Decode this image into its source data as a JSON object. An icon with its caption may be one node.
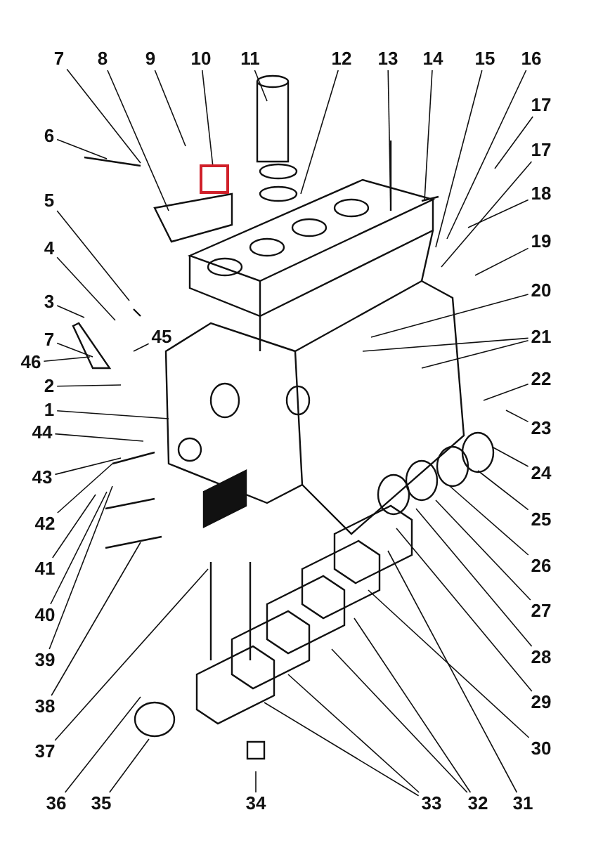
{
  "diagram": {
    "nodes": [
      {
        "text": [
          "7"
        ]
      },
      {
        "text": [
          "8"
        ]
      },
      {
        "text": [
          "9"
        ]
      },
      {
        "text": [
          "10"
        ]
      },
      {
        "text": [
          "11"
        ]
      },
      {
        "text": [
          "12"
        ]
      },
      {
        "text": [
          "13"
        ]
      },
      {
        "text": [
          "14"
        ]
      },
      {
        "text": [
          "15"
        ]
      },
      {
        "text": [
          "16"
        ]
      },
      {
        "text": [
          "17"
        ]
      },
      {
        "text": [
          "17"
        ]
      },
      {
        "text": [
          "18"
        ]
      },
      {
        "text": [
          "19"
        ]
      },
      {
        "text": [
          "20"
        ]
      },
      {
        "text": [
          "21"
        ]
      },
      {
        "text": [
          "22"
        ]
      },
      {
        "text": [
          "23"
        ]
      },
      {
        "text": [
          "24"
        ]
      },
      {
        "text": [
          "25"
        ]
      },
      {
        "text": [
          "26"
        ]
      },
      {
        "text": [
          "27"
        ]
      },
      {
        "text": [
          "28"
        ]
      },
      {
        "text": [
          "29"
        ]
      },
      {
        "text": [
          "30"
        ]
      },
      {
        "text": [
          "31"
        ]
      },
      {
        "text": [
          "32"
        ]
      },
      {
        "text": [
          "33"
        ]
      },
      {
        "text": [
          "34"
        ]
      },
      {
        "text": [
          "35"
        ]
      },
      {
        "text": [
          "36"
        ]
      },
      {
        "text": [
          "37"
        ]
      },
      {
        "text": [
          "38"
        ]
      },
      {
        "text": [
          "39"
        ]
      },
      {
        "text": [
          "40"
        ]
      },
      {
        "text": [
          "41"
        ]
      },
      {
        "text": [
          "42"
        ]
      },
      {
        "text": [
          "43"
        ]
      },
      {
        "text": [
          "44"
        ]
      },
      {
        "text": [
          "1"
        ]
      },
      {
        "text": [
          "2"
        ]
      },
      {
        "text": [
          "46"
        ]
      },
      {
        "text": [
          "7"
        ]
      },
      {
        "text": [
          "45"
        ]
      },
      {
        "text": [
          "3"
        ]
      },
      {
        "text": [
          "4"
        ]
      },
      {
        "text": [
          "5"
        ]
      },
      {
        "text": [
          "6"
        ]
      },
      {
        "text": [],
        "shape": "box"
      }
    ],
    "edges": [
      {
        "from": 0,
        "to": null,
        "arrow": "none"
      },
      {
        "from": 1,
        "to": null,
        "arrow": "none"
      },
      {
        "from": 2,
        "to": null,
        "arrow": "none"
      },
      {
        "from": 3,
        "to": 48,
        "arrow": "none"
      },
      {
        "from": 4,
        "to": null,
        "arrow": "none"
      },
      {
        "from": 5,
        "to": null,
        "arrow": "none"
      },
      {
        "from": 6,
        "to": null,
        "arrow": "none"
      },
      {
        "from": 7,
        "to": null,
        "arrow": "none"
      },
      {
        "from": 8,
        "to": null,
        "arrow": "none"
      },
      {
        "from": 9,
        "to": null,
        "arrow": "none"
      },
      {
        "from": 10,
        "to": null,
        "arrow": "none"
      },
      {
        "from": 11,
        "to": null,
        "arrow": "none"
      },
      {
        "from": 12,
        "to": null,
        "arrow": "none"
      },
      {
        "from": 13,
        "to": null,
        "arrow": "none"
      },
      {
        "from": 14,
        "to": null,
        "arrow": "none"
      },
      {
        "from": 15,
        "to": null,
        "arrow": "none"
      },
      {
        "from": 15,
        "to": null,
        "arrow": "none"
      },
      {
        "from": 16,
        "to": null,
        "arrow": "none"
      },
      {
        "from": 17,
        "to": null,
        "arrow": "none"
      },
      {
        "from": 18,
        "to": null,
        "arrow": "none"
      },
      {
        "from": 19,
        "to": null,
        "arrow": "none"
      },
      {
        "from": 20,
        "to": null,
        "arrow": "none"
      },
      {
        "from": 21,
        "to": null,
        "arrow": "none"
      },
      {
        "from": 22,
        "to": null,
        "arrow": "none"
      },
      {
        "from": 23,
        "to": null,
        "arrow": "none"
      },
      {
        "from": 24,
        "to": null,
        "arrow": "none"
      },
      {
        "from": 25,
        "to": null,
        "arrow": "none"
      },
      {
        "from": 26,
        "to": null,
        "arrow": "none"
      },
      {
        "from": 26,
        "to": null,
        "arrow": "none"
      },
      {
        "from": 27,
        "to": null,
        "arrow": "none"
      },
      {
        "from": 27,
        "to": null,
        "arrow": "none"
      },
      {
        "from": 28,
        "to": null,
        "arrow": "none"
      },
      {
        "from": 29,
        "to": null,
        "arrow": "none"
      },
      {
        "from": 30,
        "to": null,
        "arrow": "none"
      },
      {
        "from": 31,
        "to": null,
        "arrow": "none"
      },
      {
        "from": 32,
        "to": null,
        "arrow": "none"
      },
      {
        "from": 33,
        "to": null,
        "arrow": "none"
      },
      {
        "from": 34,
        "to": null,
        "arrow": "none"
      },
      {
        "from": 35,
        "to": null,
        "arrow": "none"
      },
      {
        "from": 36,
        "to": null,
        "arrow": "none"
      },
      {
        "from": 37,
        "to": null,
        "arrow": "none"
      },
      {
        "from": 38,
        "to": null,
        "arrow": "none"
      },
      {
        "from": 39,
        "to": null,
        "arrow": "none"
      },
      {
        "from": 40,
        "to": null,
        "arrow": "none"
      },
      {
        "from": 41,
        "to": null,
        "arrow": "none"
      },
      {
        "from": 42,
        "to": null,
        "arrow": "none"
      },
      {
        "from": 43,
        "to": null,
        "arrow": "none"
      },
      {
        "from": 44,
        "to": null,
        "arrow": "none"
      },
      {
        "from": 45,
        "to": null,
        "arrow": "none"
      },
      {
        "from": 46,
        "to": null,
        "arrow": "none"
      },
      {
        "from": 47,
        "to": null,
        "arrow": "none"
      }
    ]
  }
}
